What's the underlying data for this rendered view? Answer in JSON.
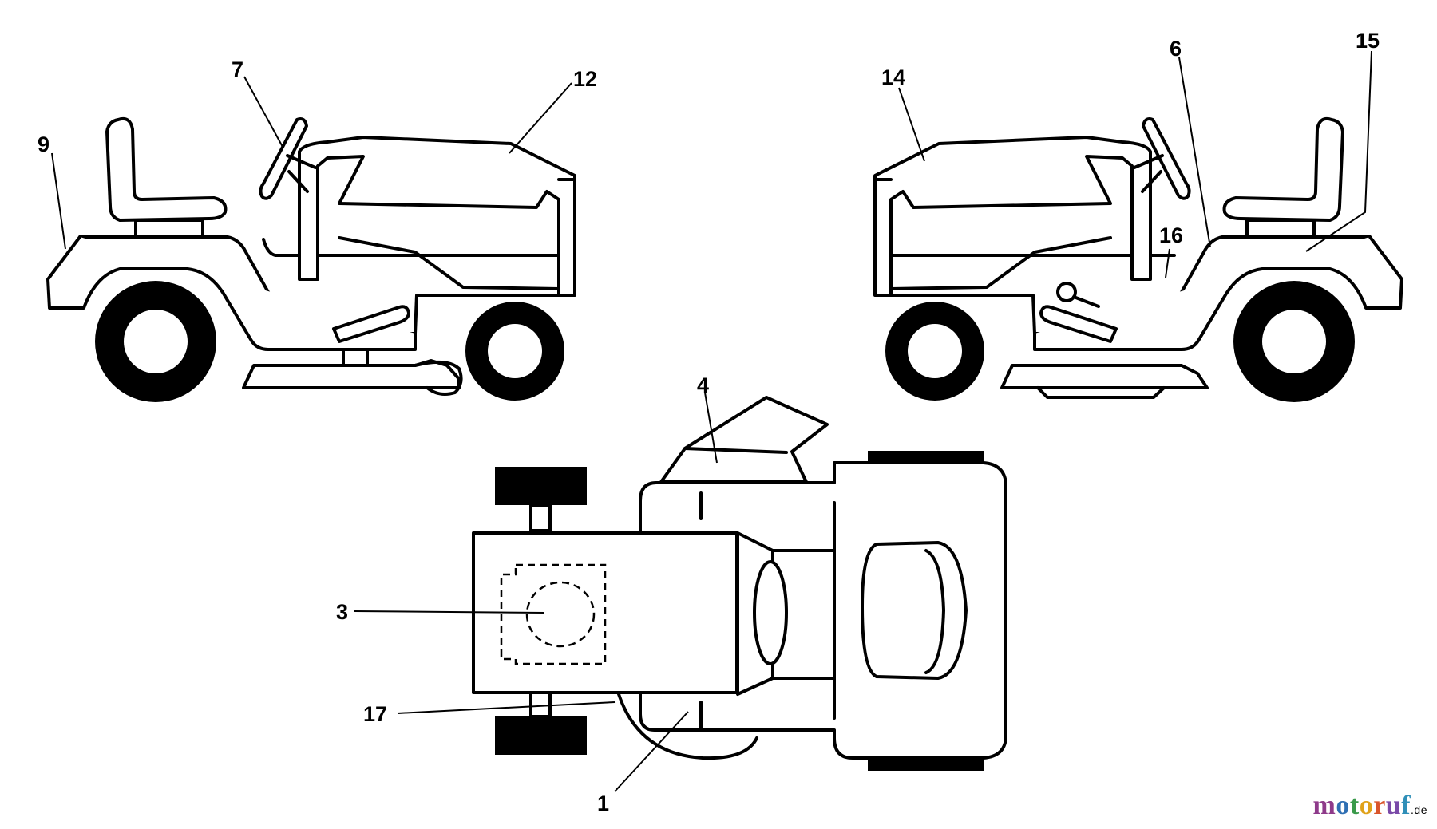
{
  "callouts": {
    "c1": "1",
    "c3": "3",
    "c4": "4",
    "c6": "6",
    "c7": "7",
    "c9": "9",
    "c12": "12",
    "c14": "14",
    "c15": "15",
    "c16": "16",
    "c17": "17"
  },
  "watermark": {
    "letters": [
      "m",
      "o",
      "t",
      "o",
      "r",
      "u",
      "f"
    ],
    "colors": [
      "#8e3a8a",
      "#2f6fb3",
      "#3a9a4a",
      "#e0a21a",
      "#d9552b",
      "#7a4aa8",
      "#2f8fb8"
    ],
    "suffix": ".de"
  }
}
